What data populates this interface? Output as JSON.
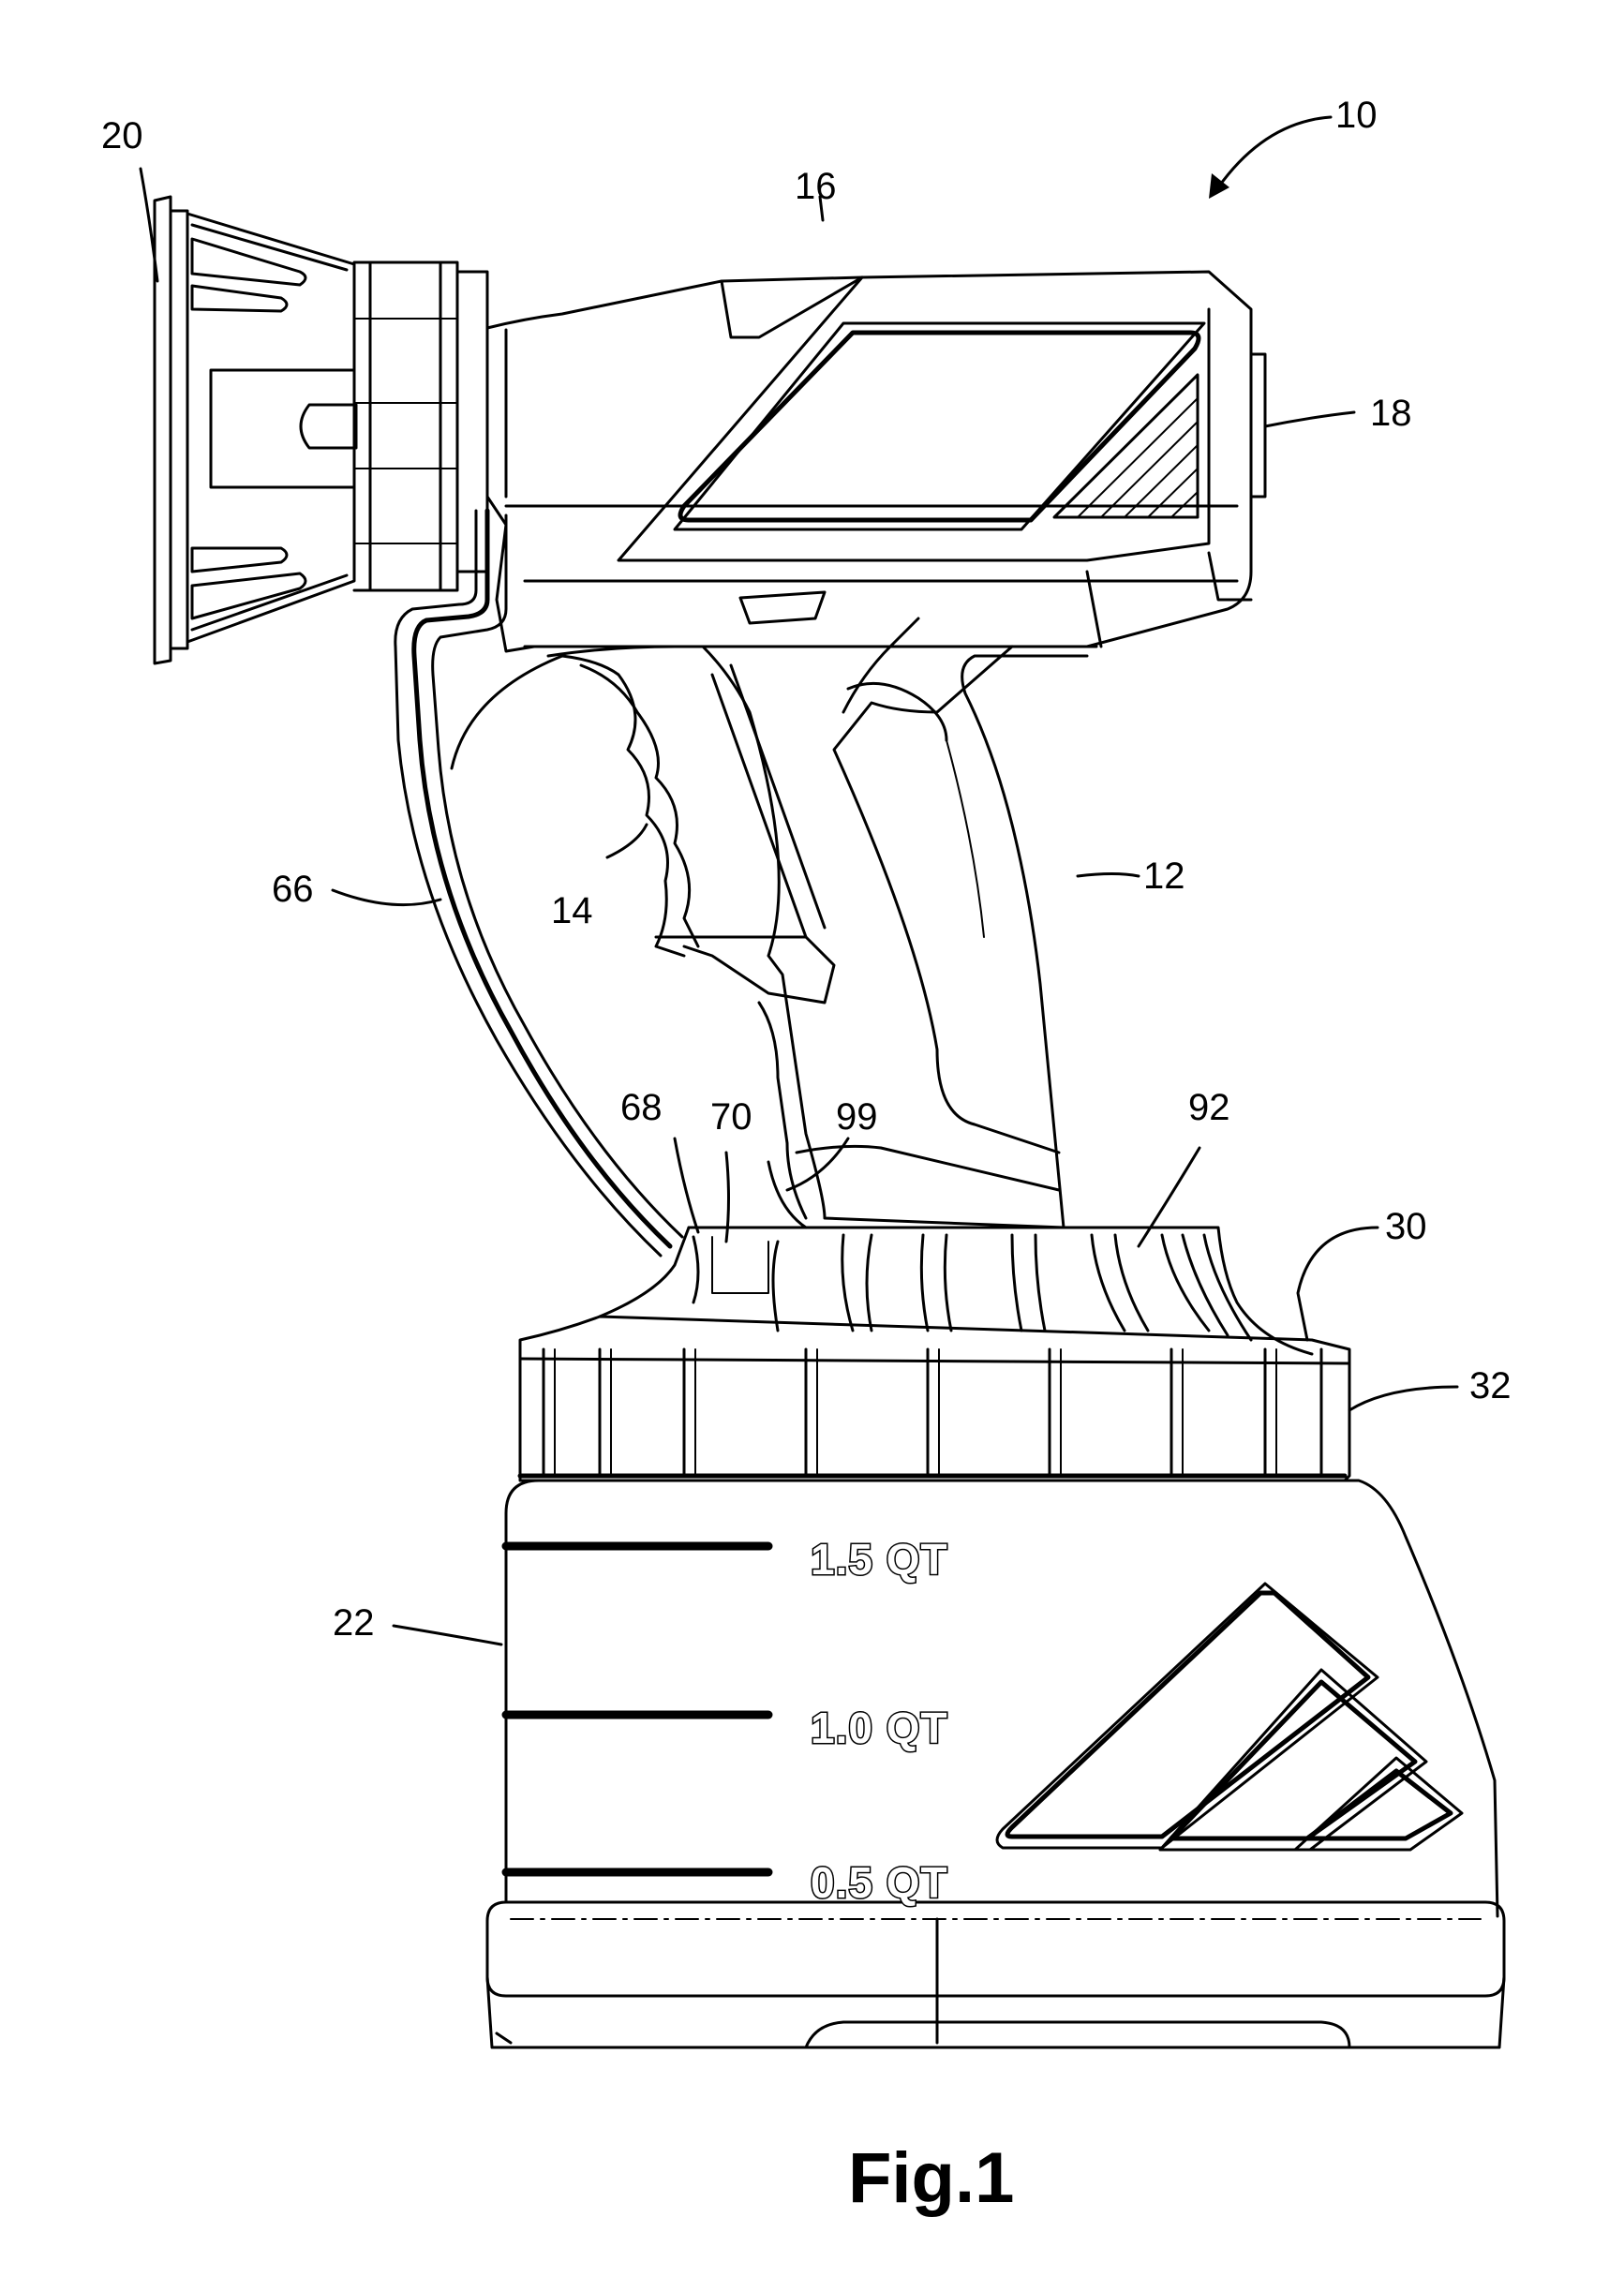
{
  "figure": {
    "caption": "Fig.1",
    "reference_numerals": {
      "r10": "10",
      "r12": "12",
      "r14": "14",
      "r16": "16",
      "r18": "18",
      "r20": "20",
      "r22": "22",
      "r30": "30",
      "r32": "32",
      "r66": "66",
      "r68": "68",
      "r70": "70",
      "r92": "92",
      "r99": "99"
    },
    "gauge_marks": {
      "g15": "1.5 QT",
      "g10": "1.0 QT",
      "g05": "0.5 QT"
    }
  }
}
